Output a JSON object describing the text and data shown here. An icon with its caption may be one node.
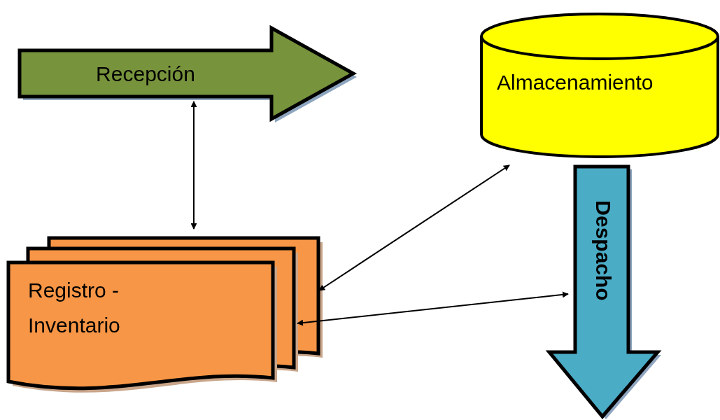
{
  "diagram": {
    "nodes": [
      {
        "text": [
          "Recepción"
        ]
      },
      {
        "text": [
          "Almacenamiento"
        ]
      },
      {
        "text": [
          "Despacho"
        ]
      },
      {
        "text": [
          "Registro - Inventario"
        ]
      }
    ],
    "edges": [
      {
        "from": 0,
        "to": 3,
        "arrow": "both"
      },
      {
        "from": 3,
        "to": 1,
        "arrow": "both"
      },
      {
        "from": 3,
        "to": 2,
        "arrow": "both"
      }
    ]
  }
}
